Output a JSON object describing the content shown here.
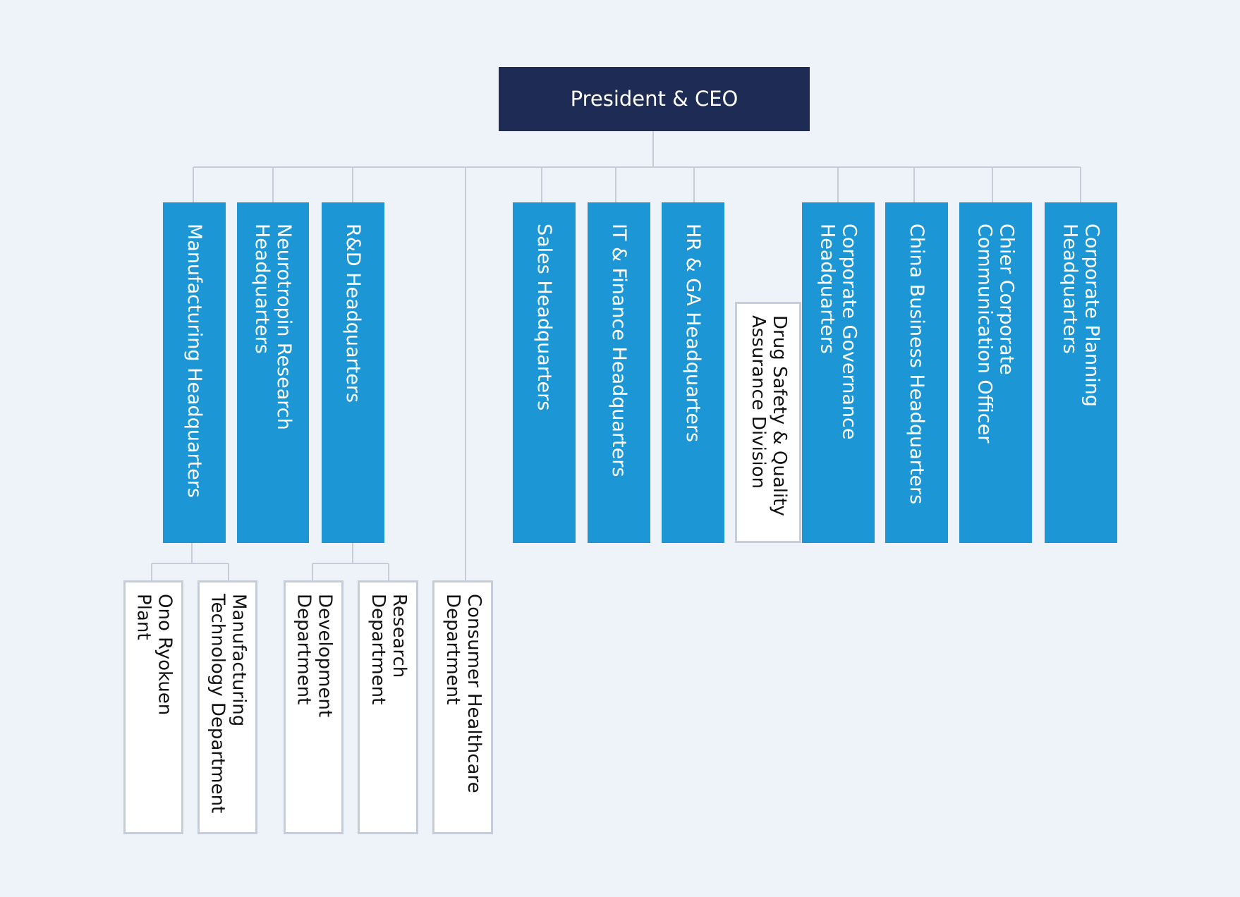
{
  "root": {
    "label": "President & CEO"
  },
  "headquarters": [
    {
      "id": "manufacturing",
      "label": "Manufacturing  Headquarters"
    },
    {
      "id": "neurotropin",
      "label": "Neurotropin Research\nHeadquarters"
    },
    {
      "id": "rnd",
      "label": "R&D Headquarters"
    },
    {
      "id": "sales",
      "label": "Sales Headquarters"
    },
    {
      "id": "it-finance",
      "label": "IT & Finance Headquarters"
    },
    {
      "id": "hr-ga",
      "label": "HR & GA Headquarters"
    },
    {
      "id": "drug-safety",
      "label": "Drug Safety & Quality\nAssurance Division"
    },
    {
      "id": "corp-governance",
      "label": "Corporate Governance\nHeadquarters"
    },
    {
      "id": "china-business",
      "label": "China Business Headquarters"
    },
    {
      "id": "chief-comm",
      "label": "Chier Corporate\nCommunication Officer"
    },
    {
      "id": "corp-planning",
      "label": "Corporate Planning\nHeadquarters"
    }
  ],
  "departments": [
    {
      "id": "ono-ryokuen",
      "label": "Ono Ryokuen\nPlant"
    },
    {
      "id": "mfg-tech",
      "label": "Manufacturing\nTechnology Department"
    },
    {
      "id": "development",
      "label": "Development\nDepartment"
    },
    {
      "id": "research",
      "label": "Research\nDepartment"
    },
    {
      "id": "consumer-healthcare",
      "label": "Consumer Healthcare\nDepartment"
    }
  ]
}
